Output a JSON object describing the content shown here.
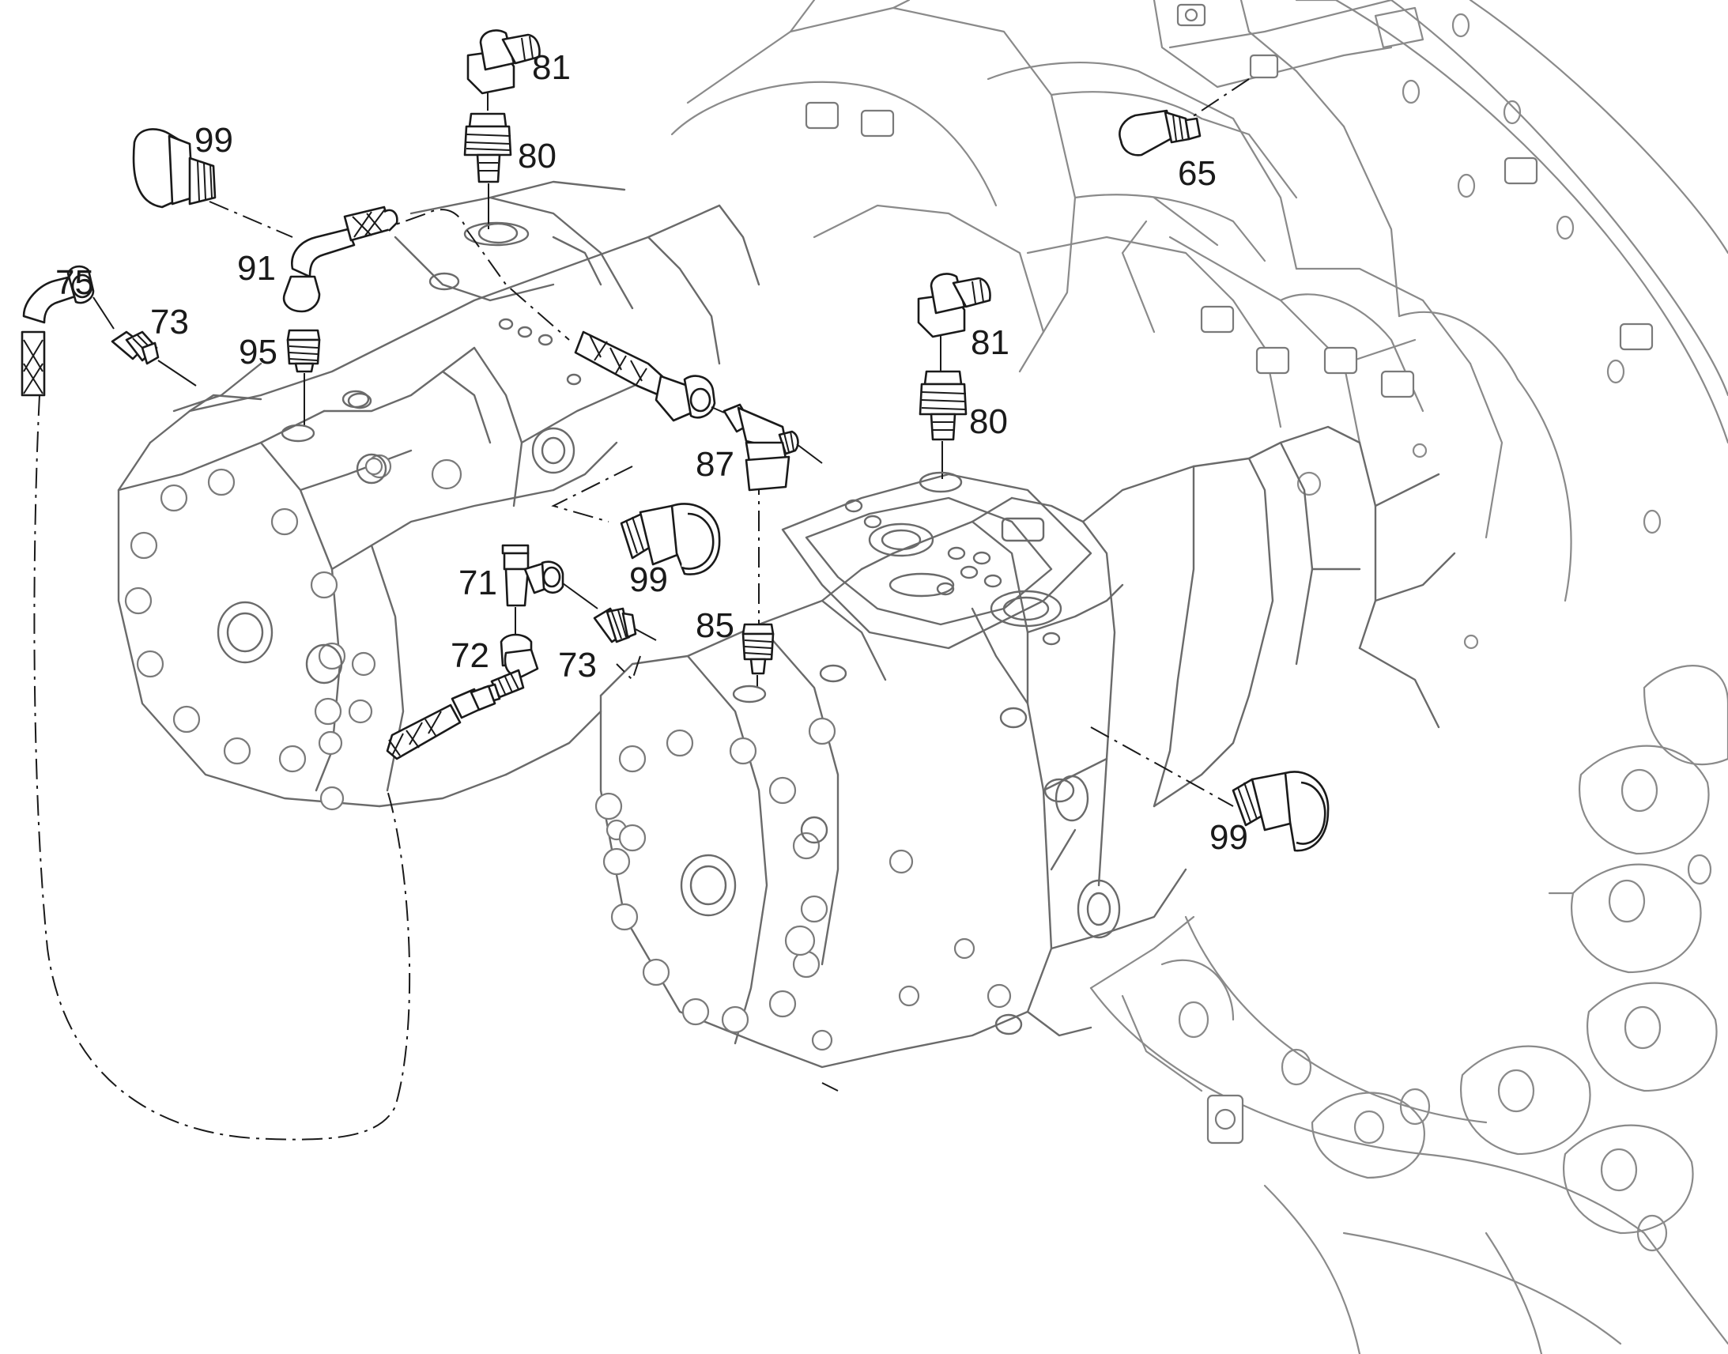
{
  "callouts": [
    {
      "id": "c81a",
      "text": "81"
    },
    {
      "id": "c80a",
      "text": "80"
    },
    {
      "id": "c99a",
      "text": "99"
    },
    {
      "id": "c65",
      "text": "65"
    },
    {
      "id": "c91",
      "text": "91"
    },
    {
      "id": "c75",
      "text": "75"
    },
    {
      "id": "c73a",
      "text": "73"
    },
    {
      "id": "c95",
      "text": "95"
    },
    {
      "id": "c81b",
      "text": "81"
    },
    {
      "id": "c80b",
      "text": "80"
    },
    {
      "id": "c87",
      "text": "87"
    },
    {
      "id": "c99b",
      "text": "99"
    },
    {
      "id": "c71",
      "text": "71"
    },
    {
      "id": "c85",
      "text": "85"
    },
    {
      "id": "c72",
      "text": "72"
    },
    {
      "id": "c73b",
      "text": "73"
    },
    {
      "id": "c99c",
      "text": "99"
    }
  ]
}
